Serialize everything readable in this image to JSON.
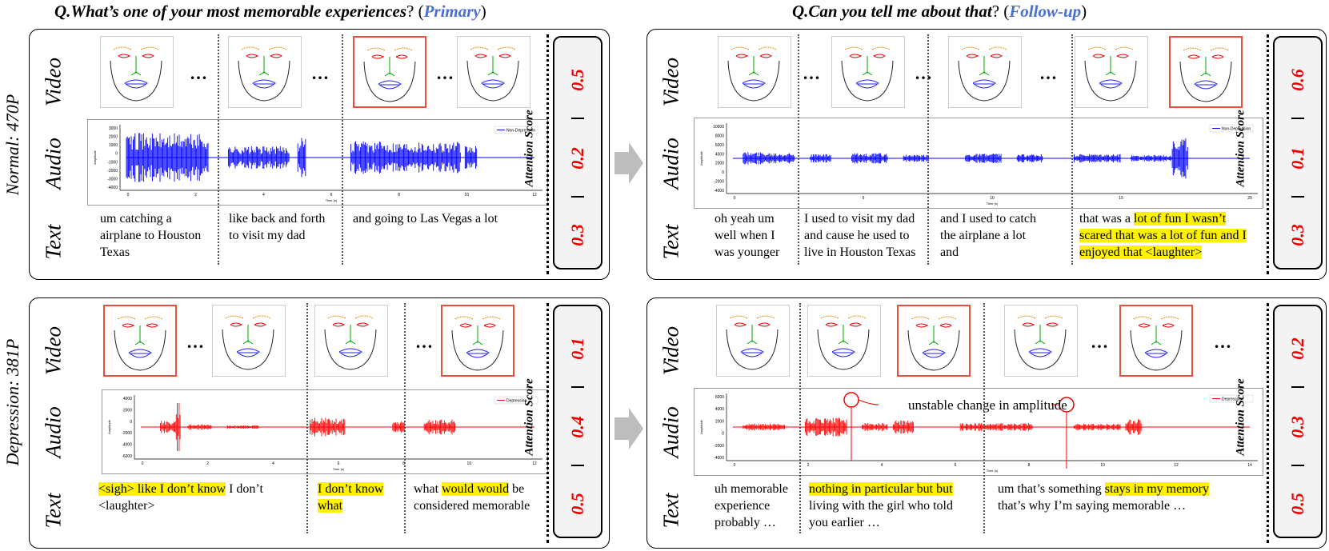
{
  "titles": {
    "left": {
      "q": "Q.What’s one of your most memorable experiences",
      "mark": "? (",
      "tag": "Primary",
      "close": ")"
    },
    "right": {
      "q": "Q.Can you tell me about that",
      "mark": "? (",
      "tag": "Follow-up",
      "close": ")"
    }
  },
  "rows": {
    "normal": "Normal: 470P",
    "depression": "Depression: 381P"
  },
  "modalities": {
    "video": "Video",
    "audio": "Audio",
    "text": "Text"
  },
  "attention_label": "Attention Score",
  "ellipsis": "…",
  "legends": {
    "non_depression": "Non-Depression",
    "depression": "Depression"
  },
  "colors": {
    "normal_wave": "#0000ff",
    "depression_wave": "#ff0000",
    "highlight": "#fff200",
    "score": "#e00000",
    "face_box": "#e8503a",
    "title_tag": "#4a6fd1"
  },
  "panels": {
    "normal_primary": {
      "texts": [
        "um catching a airplane to Houston Texas",
        "like back and forth to visit my dad",
        "and going to Las Vegas a lot"
      ],
      "scores": [
        "0.5",
        "0.2",
        "0.3"
      ]
    },
    "normal_followup": {
      "texts": [
        "oh yeah um well when I was younger",
        "I used to visit my dad and cause he used to live in Houston Texas",
        "and I used to catch the airplane a lot and"
      ],
      "text4_plain": "that was a ",
      "text4_hl": "lot of fun I wasn’t scared that was a lot of  fun and I enjoyed that <laughter>",
      "scores": [
        "0.6",
        "0.1",
        "0.3"
      ]
    },
    "dep_primary": {
      "t1_hl": "<sigh> like I don’t know",
      "t1_plain": " I don’t <laughter>",
      "t2_hl": "I don’t know what",
      "t3_plain1": "what ",
      "t3_hl": "would would",
      "t3_plain2": " be considered memorable",
      "scores": [
        "0.1",
        "0.4",
        "0.5"
      ]
    },
    "dep_followup": {
      "t1": "uh memorable experience probably …",
      "t2_hl": "nothing in particular but but",
      "t2_plain": " living with the girl who told you earlier …",
      "t3_plain1": "um that’s something ",
      "t3_hl": "stays in my memory",
      "t3_plain2": " that’s why I’m saying memorable …",
      "annotation": "unstable change in amplitude",
      "scores": [
        "0.2",
        "0.3",
        "0.5"
      ]
    }
  },
  "axes": {
    "np_y": [
      "3000",
      "2000",
      "1000",
      "0",
      "-1000",
      "-2000",
      "-3000",
      "-4000"
    ],
    "np_x": [
      "0",
      "2",
      "4",
      "6",
      "8",
      "10",
      "12"
    ],
    "nf_y": [
      "10000",
      "8000",
      "6000",
      "4000",
      "2000",
      "0",
      "-2000",
      "-4000"
    ],
    "nf_x": [
      "0",
      "5",
      "10",
      "15",
      "20"
    ],
    "dp_y": [
      "4000",
      "2000",
      "0",
      "-2000",
      "-4000",
      "-6000"
    ],
    "dp_x": [
      "0",
      "2",
      "4",
      "6",
      "8",
      "10",
      "12"
    ],
    "df_y": [
      "6000",
      "4000",
      "2000",
      "0",
      "-2000",
      "-4000"
    ],
    "df_x": [
      "0",
      "2",
      "4",
      "6",
      "8",
      "10",
      "12",
      "14"
    ],
    "xlabel": "Time (s)",
    "ylabel": "Amplitude"
  }
}
